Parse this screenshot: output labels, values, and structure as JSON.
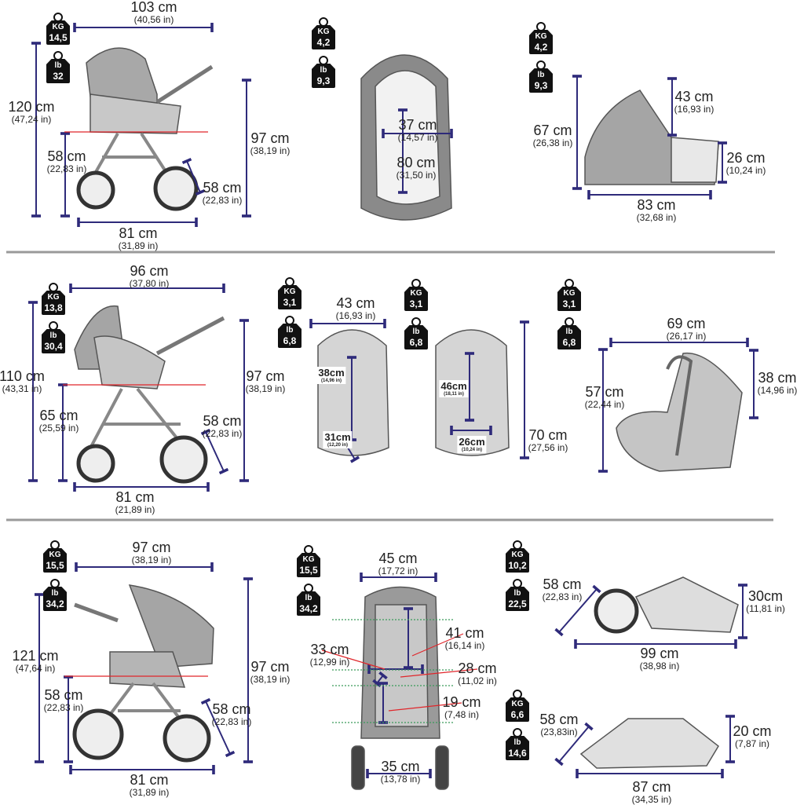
{
  "colors": {
    "dimension_line": "#2e2a7a",
    "reference_line": "#e0262b",
    "guide_line": "#3a9a5a",
    "separator": "#9a9a9a",
    "badge": "#111111"
  },
  "rows": [
    {
      "name": "carrycot-configuration",
      "weights": [
        {
          "kg_label": "KG",
          "kg": "14,5",
          "lb_label": "lb",
          "lb": "32"
        },
        {
          "kg_label": "KG",
          "kg": "4,2",
          "lb_label": "lb",
          "lb": "9,3"
        },
        {
          "kg_label": "KG",
          "kg": "4,2",
          "lb_label": "lb",
          "lb": "9,3"
        }
      ],
      "dims": [
        {
          "cm": "103 cm",
          "in": "(40,56 in)"
        },
        {
          "cm": "120 cm",
          "in": "(47,24 in)"
        },
        {
          "cm": "58 cm",
          "in": "(22,83 in)"
        },
        {
          "cm": "97 cm",
          "in": "(38,19 in)"
        },
        {
          "cm": "58 cm",
          "in": "(22,83 in)"
        },
        {
          "cm": "81 cm",
          "in": "(31,89 in)"
        },
        {
          "cm": "37 cm",
          "in": "(14,57 in)"
        },
        {
          "cm": "80 cm",
          "in": "(31,50 in)"
        },
        {
          "cm": "67 cm",
          "in": "(26,38 in)"
        },
        {
          "cm": "43 cm",
          "in": "(16,93 in)"
        },
        {
          "cm": "26 cm",
          "in": "(10,24 in)"
        },
        {
          "cm": "83 cm",
          "in": "(32,68 in)"
        }
      ]
    },
    {
      "name": "car-seat-configuration",
      "weights": [
        {
          "kg_label": "KG",
          "kg": "13,8",
          "lb_label": "lb",
          "lb": "30,4"
        },
        {
          "kg_label": "KG",
          "kg": "3,1",
          "lb_label": "lb",
          "lb": "6,8"
        },
        {
          "kg_label": "KG",
          "kg": "3,1",
          "lb_label": "lb",
          "lb": "6,8"
        },
        {
          "kg_label": "KG",
          "kg": "3,1",
          "lb_label": "lb",
          "lb": "6,8"
        }
      ],
      "dims": [
        {
          "cm": "96 cm",
          "in": "(37,80 in)"
        },
        {
          "cm": "110 cm",
          "in": "(43,31 in)"
        },
        {
          "cm": "65 cm",
          "in": "(25,59 in)"
        },
        {
          "cm": "97 cm",
          "in": "(38,19 in)"
        },
        {
          "cm": "58 cm",
          "in": "(22,83 in)"
        },
        {
          "cm": "81 cm",
          "in": "(21,89 in)"
        },
        {
          "cm": "43 cm",
          "in": "(16,93 in)"
        },
        {
          "cm": "70 cm",
          "in": "(27,56 in)"
        },
        {
          "cm": "38cm",
          "in": "(14,96 in)"
        },
        {
          "cm": "31cm",
          "in": "(12,20 in)"
        },
        {
          "cm": "46cm",
          "in": "(18,11 in)"
        },
        {
          "cm": "26cm",
          "in": "(10,24 in)"
        },
        {
          "cm": "69 cm",
          "in": "(26,17 in)"
        },
        {
          "cm": "57 cm",
          "in": "(22,44 in)"
        },
        {
          "cm": "38 cm",
          "in": "(14,96 in)"
        }
      ]
    },
    {
      "name": "sport-seat-configuration",
      "weights": [
        {
          "kg_label": "KG",
          "kg": "15,5",
          "lb_label": "lb",
          "lb": "34,2"
        },
        {
          "kg_label": "KG",
          "kg": "15,5",
          "lb_label": "lb",
          "lb": "34,2"
        },
        {
          "kg_label": "KG",
          "kg": "10,2",
          "lb_label": "lb",
          "lb": "22,5"
        },
        {
          "kg_label": "KG",
          "kg": "6,6",
          "lb_label": "lb",
          "lb": "14,6"
        }
      ],
      "dims": [
        {
          "cm": "97 cm",
          "in": "(38,19 in)"
        },
        {
          "cm": "121 cm",
          "in": "(47,64 in)"
        },
        {
          "cm": "58 cm",
          "in": "(22,83 in)"
        },
        {
          "cm": "97 cm",
          "in": "(38,19 in)"
        },
        {
          "cm": "58 cm",
          "in": "(22,83 in)"
        },
        {
          "cm": "81 cm",
          "in": "(31,89 in)"
        },
        {
          "cm": "45 cm",
          "in": "(17,72 in)"
        },
        {
          "cm": "41 cm",
          "in": "(16,14 in)"
        },
        {
          "cm": "33 cm",
          "in": "(12,99 in)"
        },
        {
          "cm": "28 cm",
          "in": "(11,02 in)"
        },
        {
          "cm": "19 cm",
          "in": "(7,48 in)"
        },
        {
          "cm": "35 cm",
          "in": "(13,78 in)"
        },
        {
          "cm": "58 cm",
          "in": "(22,83 in)"
        },
        {
          "cm": "30cm",
          "in": "(11,81 in)"
        },
        {
          "cm": "99 cm",
          "in": "(38,98 in)"
        },
        {
          "cm": "58 cm",
          "in": "(23,83in)"
        },
        {
          "cm": "20 cm",
          "in": "(7,87 in)"
        },
        {
          "cm": "87 cm",
          "in": "(34,35 in)"
        }
      ]
    }
  ]
}
